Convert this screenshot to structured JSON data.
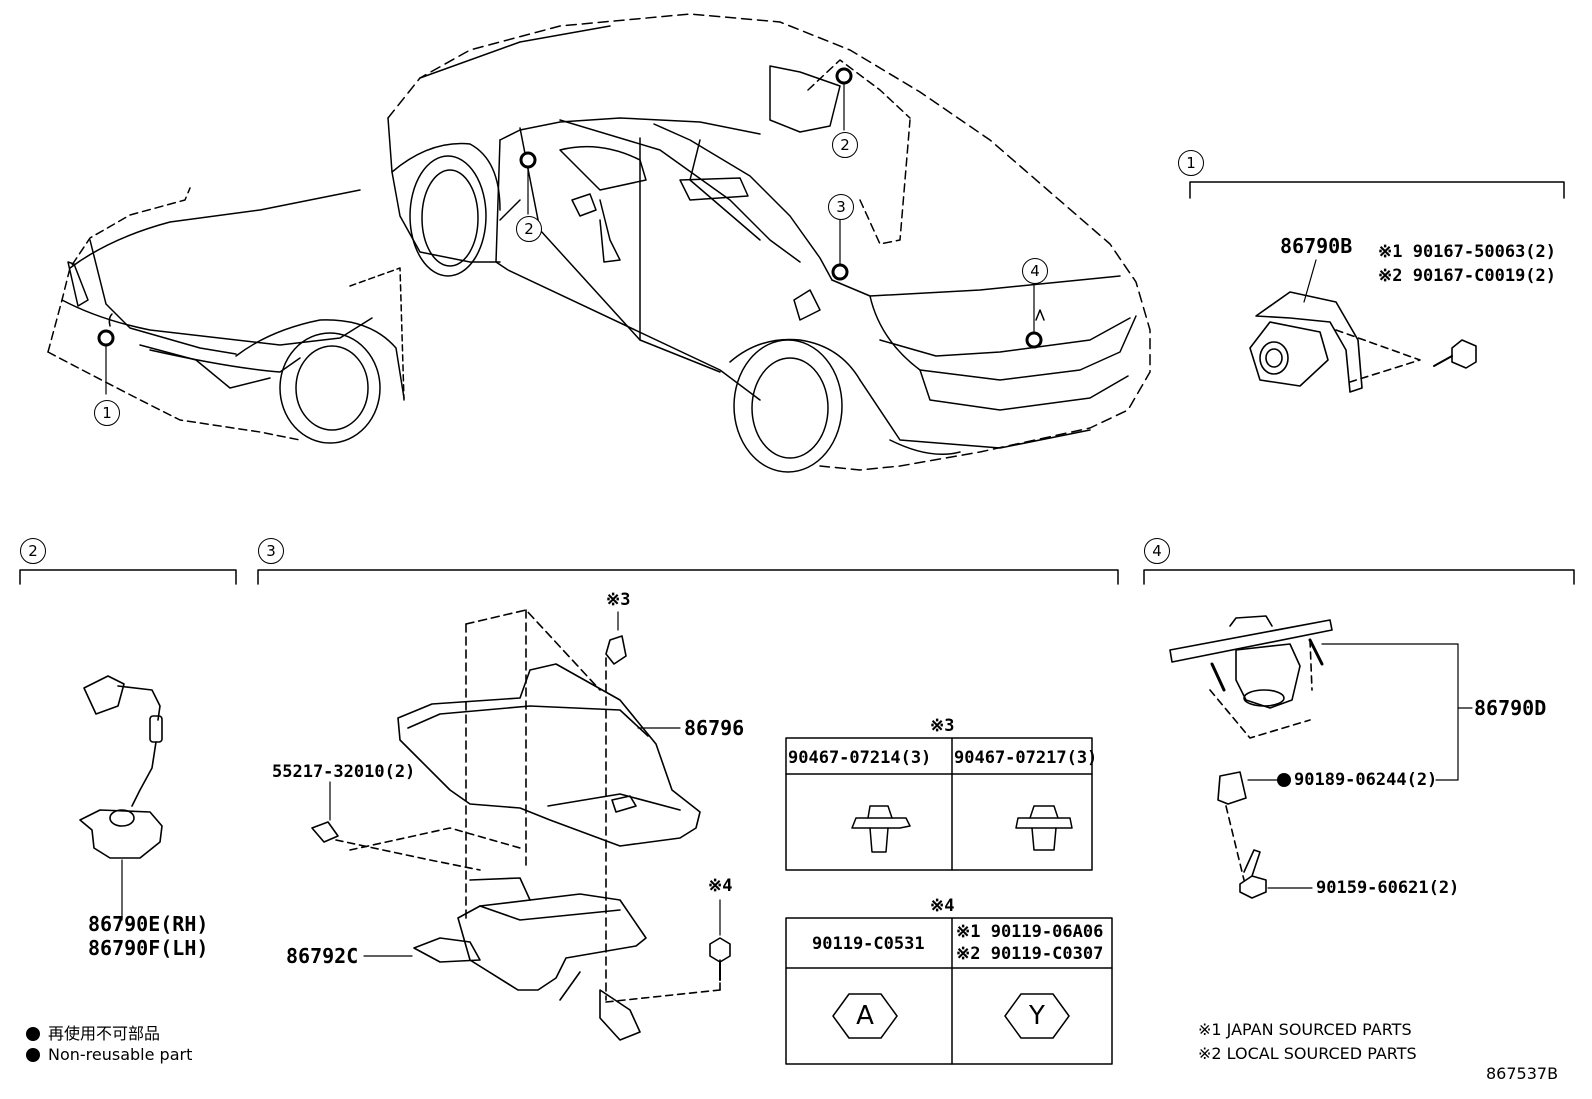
{
  "markers": {
    "m1": "1",
    "m2": "2",
    "m3": "3",
    "m4": "4"
  },
  "sections": {
    "s1": {
      "number": "1",
      "parts": {
        "camera": "86790B",
        "note1": "※1 90167-50063(2)",
        "note2": "※2 90167-C0019(2)"
      }
    },
    "s2": {
      "number": "2",
      "parts": {
        "rh": "86790E(RH)",
        "lh": "86790F(LH)"
      }
    },
    "s3": {
      "number": "3",
      "parts": {
        "cover": "86796",
        "clip": "55217-32010(2)",
        "unit": "86792C",
        "ref3": "※3",
        "ref4": "※4"
      }
    },
    "s4": {
      "number": "4",
      "parts": {
        "camera": "86790D",
        "nut": "90189-06244(2)",
        "bolt": "90159-60621(2)"
      }
    }
  },
  "table3": {
    "title": "※3",
    "col1": "90467-07214(3)",
    "col2": "90467-07217(3)"
  },
  "table4": {
    "title": "※4",
    "col1": "90119-C0531",
    "col2a": "※1  90119-06A06",
    "col2b": "※2  90119-C0307",
    "sym1": "A",
    "sym2": "Y"
  },
  "legend": {
    "jp": "再使用不可部品",
    "en": "Non-reusable part"
  },
  "notes": {
    "n1": "※1 JAPAN SOURCED PARTS",
    "n2": "※2 LOCAL SOURCED PARTS"
  },
  "diagram_id": "867537B"
}
